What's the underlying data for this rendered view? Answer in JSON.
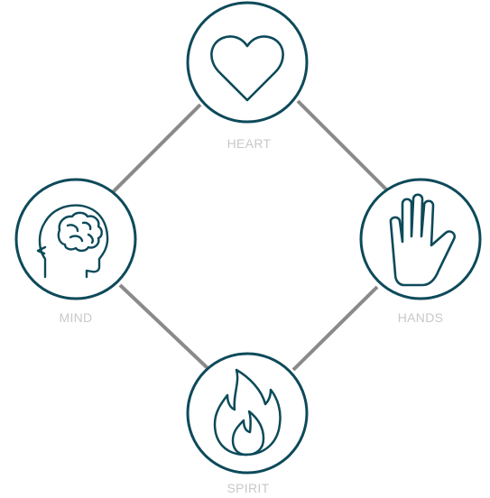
{
  "colors": {
    "ring": "#0d4a5a",
    "connector": "#8a8a8a",
    "label": "#c8c8c8",
    "fill": "#ffffff"
  },
  "nodes": {
    "heart": {
      "label": "HEART",
      "icon": "heart-icon"
    },
    "hands": {
      "label": "HANDS",
      "icon": "raised-hand-icon"
    },
    "mind": {
      "label": "MIND",
      "icon": "head-with-brain-icon"
    },
    "spirit": {
      "label": "SPIRIT",
      "icon": "flame-icon"
    }
  }
}
